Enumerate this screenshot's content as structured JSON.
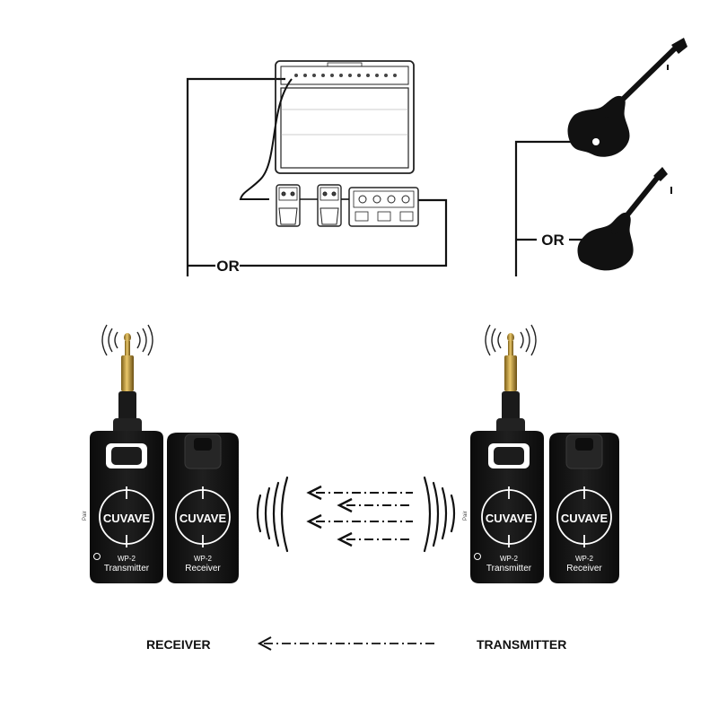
{
  "diagram": {
    "connector_or": "OR",
    "bottom_labels": {
      "receiver": "RECEIVER",
      "transmitter": "TRANSMITTER"
    }
  },
  "device_pairs": [
    {
      "transmitter": {
        "brand": "CUVAVE",
        "model": "WP-2",
        "role": "Transmitter",
        "side_label": "Pair"
      },
      "receiver": {
        "brand": "CUVAVE",
        "model": "WP-2",
        "role": "Receiver"
      }
    },
    {
      "transmitter": {
        "brand": "CUVAVE",
        "model": "WP-2",
        "role": "Transmitter",
        "side_label": "Pair"
      },
      "receiver": {
        "brand": "CUVAVE",
        "model": "WP-2",
        "role": "Receiver"
      }
    }
  ],
  "icons": {
    "amplifier": "amplifier-icon",
    "pedal": "effects-pedal-icon",
    "multi_effects": "multi-effects-unit-icon",
    "electric_guitar": "electric-guitar-icon",
    "bass_guitar": "bass-guitar-icon",
    "signal_waves": "wireless-signal-icon",
    "arrow": "arrow-left-icon"
  },
  "colors": {
    "line": "#111111",
    "device_body": "#141414",
    "device_text": "#ffffff",
    "jack_gold": "#b8912e"
  }
}
